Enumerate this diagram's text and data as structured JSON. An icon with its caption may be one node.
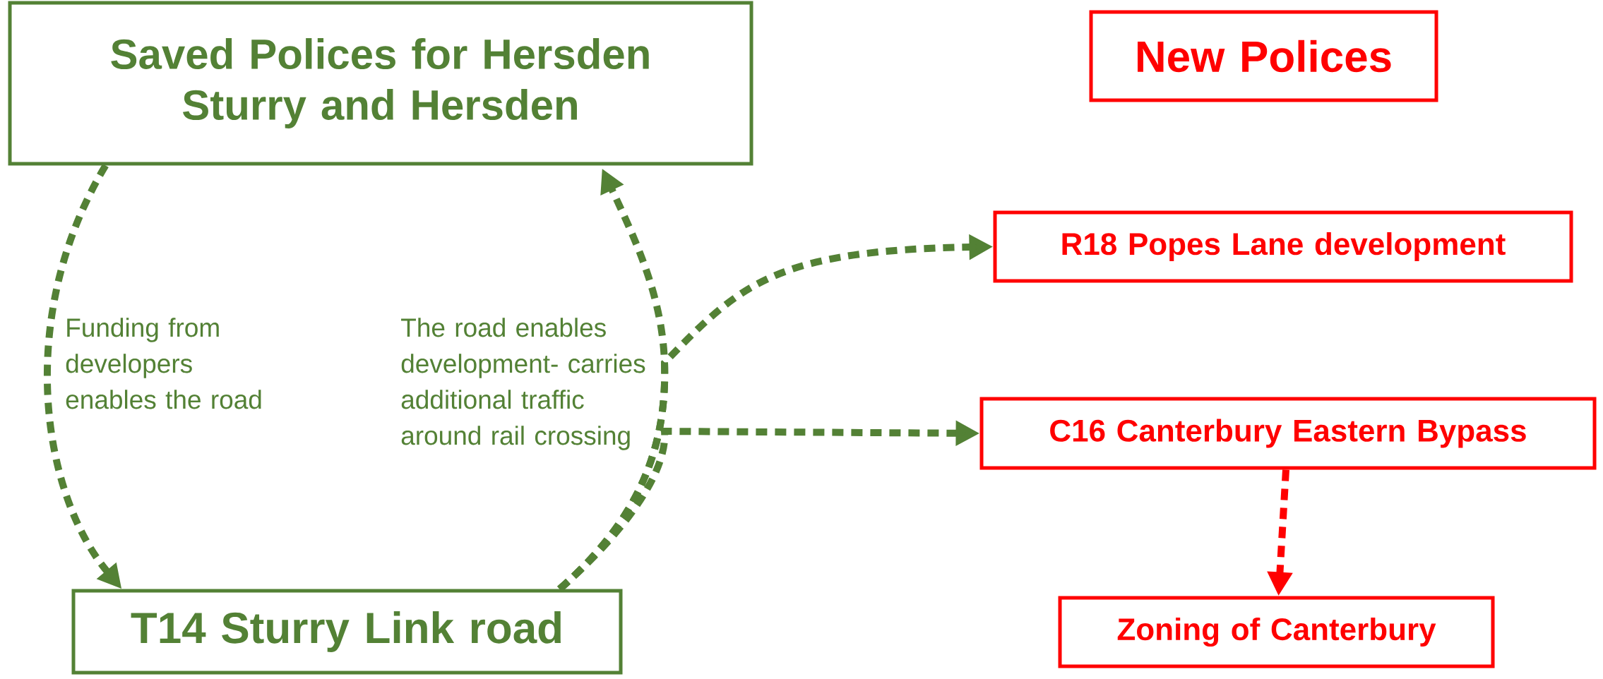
{
  "diagram": {
    "nodes": [
      {
        "text": [
          "Saved Polices for Hersden Sturry and Hersden"
        ]
      },
      {
        "text": [
          "T14 Sturry Link road"
        ]
      },
      {
        "text": [
          "New Polices"
        ]
      },
      {
        "text": [
          "R18 Popes Lane development"
        ]
      },
      {
        "text": [
          "C16 Canterbury Eastern Bypass"
        ]
      },
      {
        "text": [
          "Zoning of Canterbury"
        ]
      }
    ],
    "edges": [
      {
        "from": 0,
        "to": 1,
        "arrow": "to",
        "label": "Funding from developers enables the road"
      },
      {
        "from": 1,
        "to": 0,
        "arrow": "to",
        "label": "The road enables development- carries additional traffic around rail crossing"
      },
      {
        "from": 1,
        "to": 3,
        "arrow": "to"
      },
      {
        "from": 1,
        "to": 4,
        "arrow": "to"
      },
      {
        "from": 4,
        "to": 5,
        "arrow": "to",
        "color": "#ff0000"
      }
    ]
  }
}
